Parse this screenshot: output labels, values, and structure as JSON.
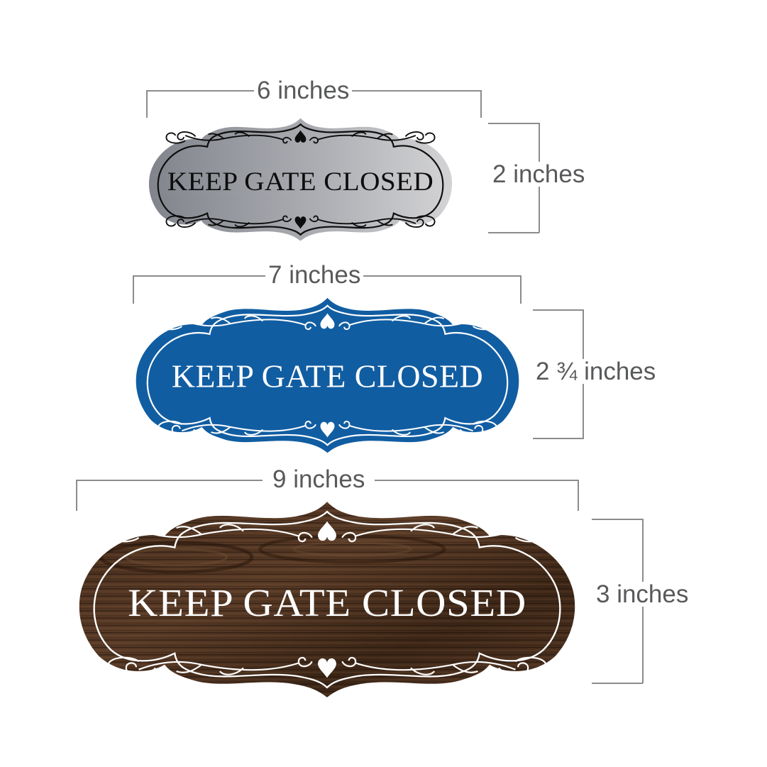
{
  "signs": [
    {
      "id": "silver",
      "text": "KEEP GATE CLOSED",
      "width_label": "6 inches",
      "height_label": "2 inches",
      "finish": "brushed silver",
      "colors": {
        "base_dark": "#7e8189",
        "base_light": "#d2d2d4",
        "ink": "#0d0d0d"
      }
    },
    {
      "id": "blue",
      "text": "KEEP GATE CLOSED",
      "width_label": "7 inches",
      "height_label": "2 ¾ inches",
      "finish": "blue",
      "colors": {
        "base_dark": "#0f5a9c",
        "base_light": "#1262a8",
        "ink": "#ffffff"
      }
    },
    {
      "id": "wood",
      "text": "KEEP GATE CLOSED",
      "width_label": "9 inches",
      "height_label": "3 inches",
      "finish": "walnut wood",
      "colors": {
        "base_dark": "#3a2416",
        "base_light": "#6a4a33",
        "ink": "#ffffff"
      }
    }
  ],
  "dimension_line_color": "#8c8c8c",
  "label_color": "#58595b"
}
